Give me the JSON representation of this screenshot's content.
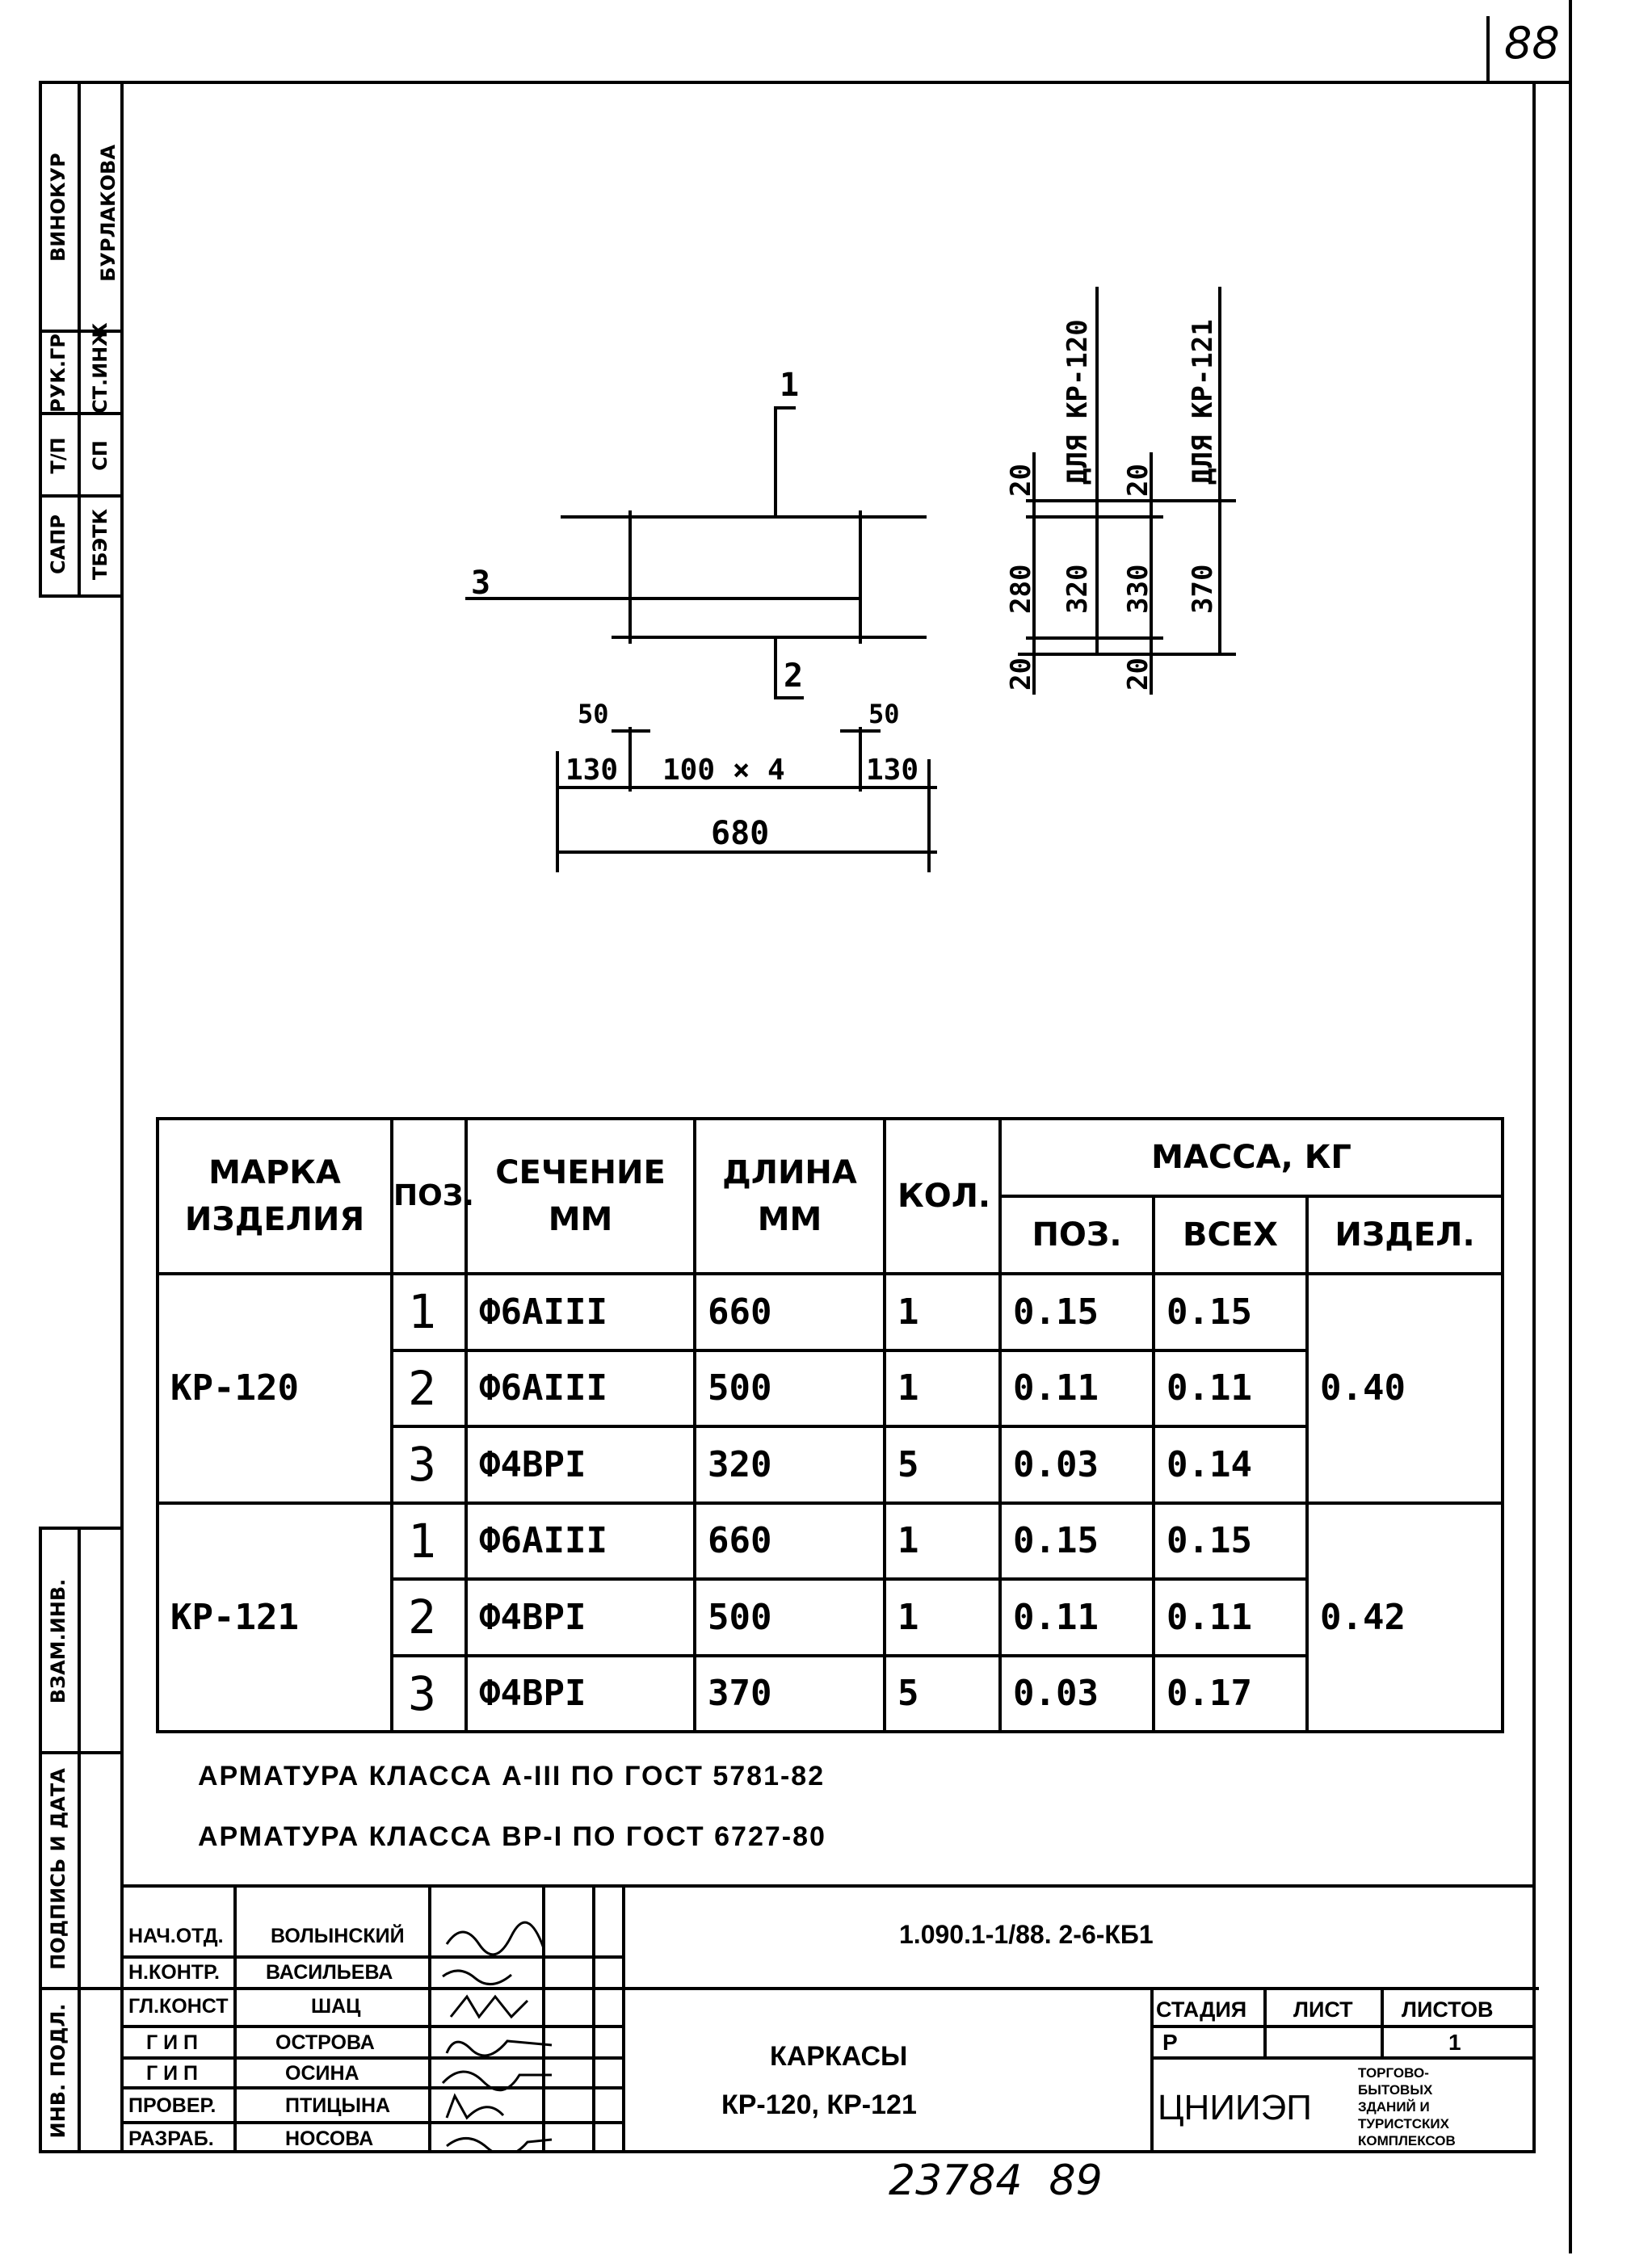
{
  "sheet_number": "88",
  "side_stamps": [
    "САПР",
    "Т/П",
    "РУК.ГР",
    "ВИНОКУР",
    "ТБЭТК",
    "СП",
    "СТ.ИНЖ",
    "БУРЛАКОВА"
  ],
  "left_block_labels": [
    "ВЗАМ.ИНВ.",
    "ПОДПИСЬ И ДАТА",
    "ИНВ. ПОДЛ."
  ],
  "drawing": {
    "pos1": "1",
    "pos2": "2",
    "pos3": "3",
    "dim_50a": "50",
    "dim_50b": "50",
    "dim_130a": "130",
    "dim_100x4": "100 × 4",
    "dim_130b": "130",
    "dim_680": "680",
    "kr120_label": "ДЛЯ КР-120",
    "kr121_label": "ДЛЯ КР-121",
    "v20_top_a": "20",
    "v280": "280",
    "v20_bot_a": "20",
    "v320": "320",
    "v20_top_b": "20",
    "v330": "330",
    "v20_bot_b": "20",
    "v370": "370"
  },
  "spec_table": {
    "headers": {
      "mark": "МАРКА ИЗДЕЛИЯ",
      "pos": "ПОЗ.",
      "section": "СЕЧЕНИЕ ММ",
      "length": "ДЛИНА ММ",
      "qty": "КОЛ.",
      "mass": "МАССА, КГ",
      "mass_pos": "ПОЗ.",
      "mass_all": "ВСЕХ",
      "mass_item": "ИЗДЕЛ."
    },
    "groups": [
      {
        "mark": "КР-120",
        "item_mass": "0.40",
        "rows": [
          {
            "pos": "1",
            "section": "Ф6АIII",
            "length": "660",
            "qty": "1",
            "mass_pos": "0.15",
            "mass_all": "0.15"
          },
          {
            "pos": "2",
            "section": "Ф6АIII",
            "length": "500",
            "qty": "1",
            "mass_pos": "0.11",
            "mass_all": "0.11"
          },
          {
            "pos": "3",
            "section": "Ф4ВРI",
            "length": "320",
            "qty": "5",
            "mass_pos": "0.03",
            "mass_all": "0.14"
          }
        ]
      },
      {
        "mark": "КР-121",
        "item_mass": "0.42",
        "rows": [
          {
            "pos": "1",
            "section": "Ф6АIII",
            "length": "660",
            "qty": "1",
            "mass_pos": "0.15",
            "mass_all": "0.15"
          },
          {
            "pos": "2",
            "section": "Ф4ВРI",
            "length": "500",
            "qty": "1",
            "mass_pos": "0.11",
            "mass_all": "0.11"
          },
          {
            "pos": "3",
            "section": "Ф4ВРI",
            "length": "370",
            "qty": "5",
            "mass_pos": "0.03",
            "mass_all": "0.17"
          }
        ]
      }
    ]
  },
  "notes": [
    "АРМАТУРА КЛАССА А-III ПО ГОСТ 5781-82",
    "АРМАТУРА КЛАССА ВР-I ПО ГОСТ 6727-80"
  ],
  "title_block": {
    "doc_code": "1.090.1-1/88. 2-6-КБ1",
    "staff": [
      {
        "role": "НАЧ.ОТД.",
        "name": "ВОЛЫНСКИЙ"
      },
      {
        "role": "Н.КОНТР.",
        "name": "ВАСИЛЬЕВА"
      },
      {
        "role": "ГЛ.КОНСТ",
        "name": "ШАЦ"
      },
      {
        "role": "Г И П",
        "name": "ОСТРОВА"
      },
      {
        "role": "Г И П",
        "name": "ОСИНА"
      },
      {
        "role": "ПРОВЕР.",
        "name": "ПТИЦЫНА"
      },
      {
        "role": "РАЗРАБ.",
        "name": "НОСОВА"
      }
    ],
    "title_line1": "КАРКАСЫ",
    "title_line2": "КР-120, КР-121",
    "stage_label": "СТАДИЯ",
    "sheet_label": "ЛИСТ",
    "sheets_label": "ЛИСТОВ",
    "stage_value": "Р",
    "sheets_value": "1",
    "org": "ЦНИИЭП",
    "org_sub": [
      "ТОРГОВО-",
      "БЫТОВЫХ",
      "ЗДАНИЙ И",
      "ТУРИСТСКИХ",
      "КОМПЛЕКСОВ"
    ]
  },
  "inventory_number": "23784  89"
}
